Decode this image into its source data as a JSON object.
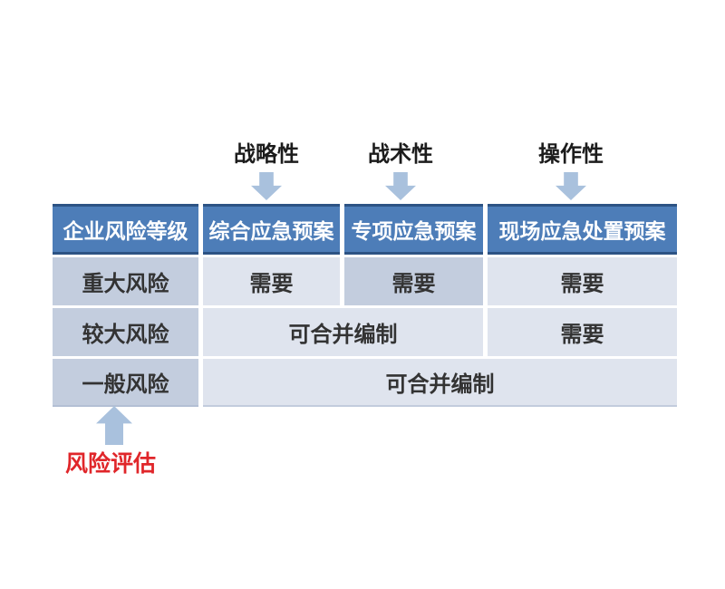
{
  "top_annotations": [
    {
      "label": "战略性"
    },
    {
      "label": "战术性"
    },
    {
      "label": "操作性"
    }
  ],
  "bottom_annotation": {
    "label": "风险评估"
  },
  "table": {
    "headers": [
      "企业风险等级",
      "综合应急预案",
      "专项应急预案",
      "现场应急处置预案"
    ],
    "rows": [
      {
        "level": "重大风险",
        "col2": "需要",
        "col3": "需要",
        "col4": "需要"
      },
      {
        "level": "较大风险",
        "col23": "可合并编制",
        "col4": "需要"
      },
      {
        "level": "一般风险",
        "col234": "可合并编制"
      }
    ]
  },
  "colors": {
    "header_fill": "#4d7db8",
    "header_border": "#2d5384",
    "level_column_fill": "#c3cdde",
    "body_cell_fill": "#dfe4ee",
    "highlight_cell_fill": "#c3cdde",
    "arrow_fill": "#a9c1dd",
    "risk_label_color": "#e0262a",
    "background": "#ffffff"
  }
}
